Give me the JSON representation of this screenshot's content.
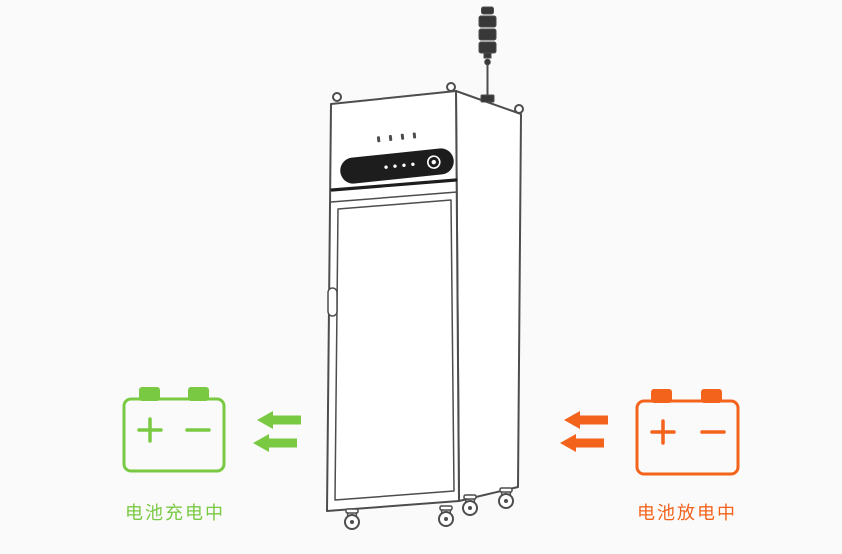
{
  "scene": {
    "background_color": "#fafafa"
  },
  "cabinet": {
    "outline_color": "#4d4d4d",
    "panel_color": "#1d1d1d",
    "indicator_dot_count": 4,
    "caster_count": 4,
    "has_signal_tower": true
  },
  "charging": {
    "label": "电池充电中",
    "color": "#7ac943",
    "arrow_count": 2,
    "arrow_direction": "left",
    "terminal_symbols": [
      "+",
      "−"
    ]
  },
  "discharging": {
    "label": "电池放电中",
    "color": "#f4631c",
    "arrow_count": 2,
    "arrow_direction": "left",
    "terminal_symbols": [
      "+",
      "−"
    ]
  }
}
